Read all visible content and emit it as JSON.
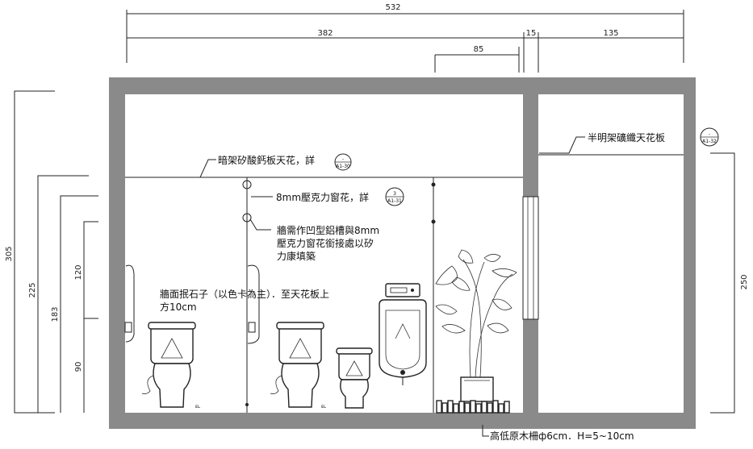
{
  "dimensions": {
    "overall_width": "532",
    "left_width": "382",
    "partition_width": "15",
    "right_width": "135",
    "window_width": "85",
    "total_height": "305",
    "height_225": "225",
    "height_183": "183",
    "height_120": "120",
    "height_90": "90",
    "right_height": "250"
  },
  "notes": {
    "ceiling": "暗架矽酸鈣板天花，詳",
    "acrylic": "8mm壓克力窗花，詳",
    "groove_line1": "牆需作凹型鋁槽與8mm",
    "groove_line2": "壓克力窗花銜接處以矽",
    "groove_line3": "力康填築",
    "wall_line1": "牆面抿石子（以色卡為主）．至天花板上",
    "wall_line2": "方10cm",
    "right_ceiling": "半明架礦纖天花板",
    "planter": "高低原木柵ф6cm．H=5~10cm"
  },
  "tags": {
    "ceiling_top": "-",
    "ceiling_bottom": "A1-30",
    "acrylic_top": "3",
    "acrylic_bottom": "A1-31",
    "right_top": "-",
    "right_bottom": "A1-32"
  }
}
